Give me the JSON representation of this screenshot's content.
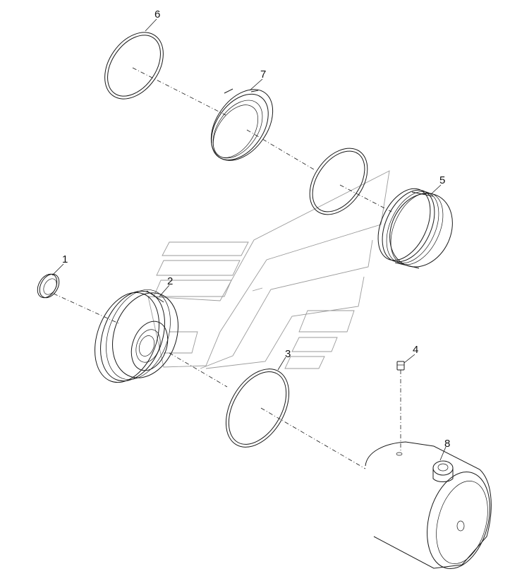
{
  "callouts": {
    "c1": "1",
    "c2": "2",
    "c3": "3",
    "c4": "4",
    "c5": "5",
    "c6": "6",
    "c7": "7",
    "c8": "8"
  },
  "colors": {
    "line": "#1a1a1a",
    "watermark": "#9a9a9a",
    "background": "#ffffff"
  }
}
